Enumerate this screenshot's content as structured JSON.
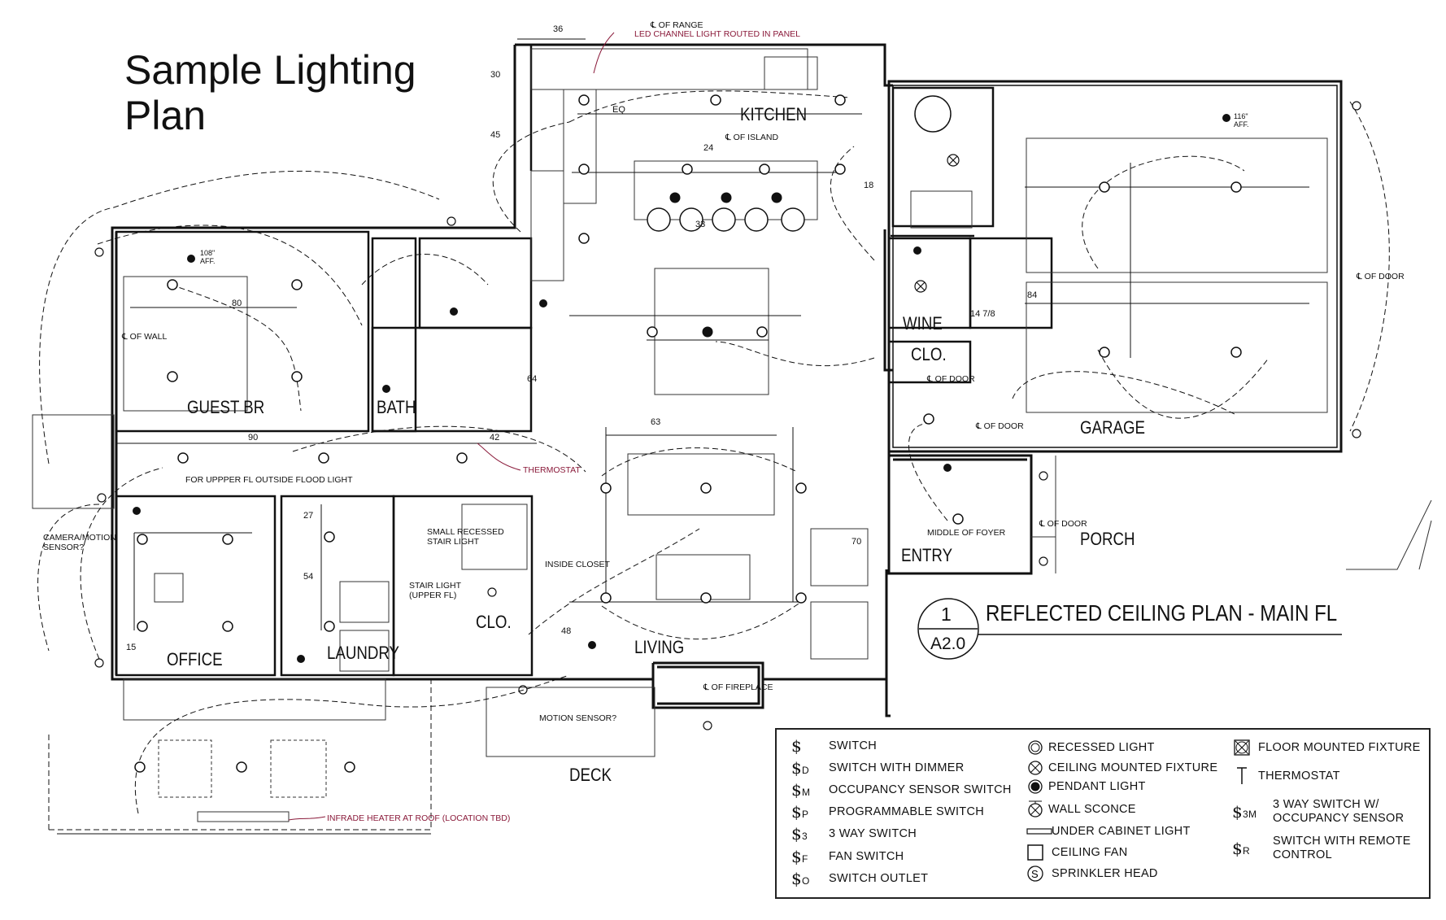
{
  "title": "Sample Lighting\nPlan",
  "plan_title": "REFLECTED CEILING PLAN - MAIN FL",
  "sheet": {
    "number": "1",
    "sheet_id": "A2.0"
  },
  "rooms": {
    "kitchen": "KITCHEN",
    "guest_br": "GUEST BR",
    "bath": "BATH",
    "wine": "WINE",
    "clo_entry": "CLO.",
    "garage": "GARAGE",
    "office": "OFFICE",
    "laundry": "LAUNDRY",
    "clo_stair": "CLO.",
    "living": "LIVING",
    "entry": "ENTRY",
    "porch": "PORCH",
    "deck": "DECK"
  },
  "notes": {
    "range": "℄ OF RANGE",
    "led_channel": "LED CHANNEL LIGHT ROUTED IN PANEL",
    "island": "℄ OF ISLAND",
    "wall": "℄ OF WALL",
    "thermostat": "THERMOSTAT",
    "flood": "FOR UPPPER FL OUTSIDE FLOOD LIGHT",
    "camera": "CAMERA/MOTION\nSENSOR?",
    "small_recessed": "SMALL RECESSED\nSTAIR LIGHT",
    "stair_light": "STAIR LIGHT\n(UPPER FL)",
    "inside_closet": "INSIDE CLOSET",
    "middle_foyer": "MIDDLE OF FOYER",
    "door_porch": "℄ OF DOOR",
    "door_garage": "℄ OF DOOR",
    "door_clo": "℄ OF DOOR",
    "door_entry": "℄ OF DOOR",
    "fireplace": "℄ OF FIREPLACE",
    "motion": "MOTION SENSOR?",
    "infrared": "INFRADE HEATER AT ROOF (LOCATION TBD)",
    "aff_108": "108\"\nAFF.",
    "aff_116": "116\"\nAFF."
  },
  "dimensions": {
    "d36": "36",
    "d30": "30",
    "d45": "45",
    "eq": "EQ",
    "d24": "24",
    "d33": "33",
    "d18": "18",
    "d80": "80",
    "d64": "64",
    "d90": "90",
    "d42": "42",
    "d63": "63",
    "d70": "70",
    "d27": "27",
    "d54": "54",
    "d15": "15",
    "d48": "48",
    "d84": "84",
    "d14_78": "14 7/8"
  },
  "legend": {
    "col1": [
      {
        "sym": "$",
        "sub": "",
        "label": "SWITCH"
      },
      {
        "sym": "$",
        "sub": "D",
        "label": "SWITCH WITH DIMMER"
      },
      {
        "sym": "$",
        "sub": "M",
        "label": "OCCUPANCY SENSOR SWITCH"
      },
      {
        "sym": "$",
        "sub": "P",
        "label": "PROGRAMMABLE SWITCH"
      },
      {
        "sym": "$",
        "sub": "3",
        "label": "3 WAY SWITCH"
      },
      {
        "sym": "$",
        "sub": "F",
        "label": "FAN SWITCH"
      },
      {
        "sym": "$",
        "sub": "O",
        "label": "SWITCH OUTLET"
      }
    ],
    "col2": [
      {
        "icon": "recessed-light-icon",
        "label": "RECESSED LIGHT"
      },
      {
        "icon": "ceiling-fixture-icon",
        "label": "CEILING MOUNTED FIXTURE"
      },
      {
        "icon": "pendant-light-icon",
        "label": "PENDANT LIGHT"
      },
      {
        "icon": "wall-sconce-icon",
        "label": "WALL SCONCE"
      },
      {
        "icon": "under-cabinet-icon",
        "label": "UNDER CABINET LIGHT"
      },
      {
        "icon": "ceiling-fan-icon",
        "label": "CEILING FAN"
      },
      {
        "icon": "sprinkler-icon",
        "label": "SPRINKLER HEAD"
      }
    ],
    "col3": [
      {
        "icon": "floor-fixture-icon",
        "label": "FLOOR MOUNTED FIXTURE"
      },
      {
        "icon": "thermostat-icon",
        "label": "THERMOSTAT"
      },
      {
        "sym": "$",
        "sub": "3M",
        "label": "3 WAY SWITCH W/\nOCCUPANCY SENSOR"
      },
      {
        "sym": "$",
        "sub": "R",
        "label": "SWITCH WITH REMOTE\nCONTROL"
      }
    ]
  },
  "colors": {
    "line": "#111111",
    "note_red": "#8a1a3a"
  }
}
